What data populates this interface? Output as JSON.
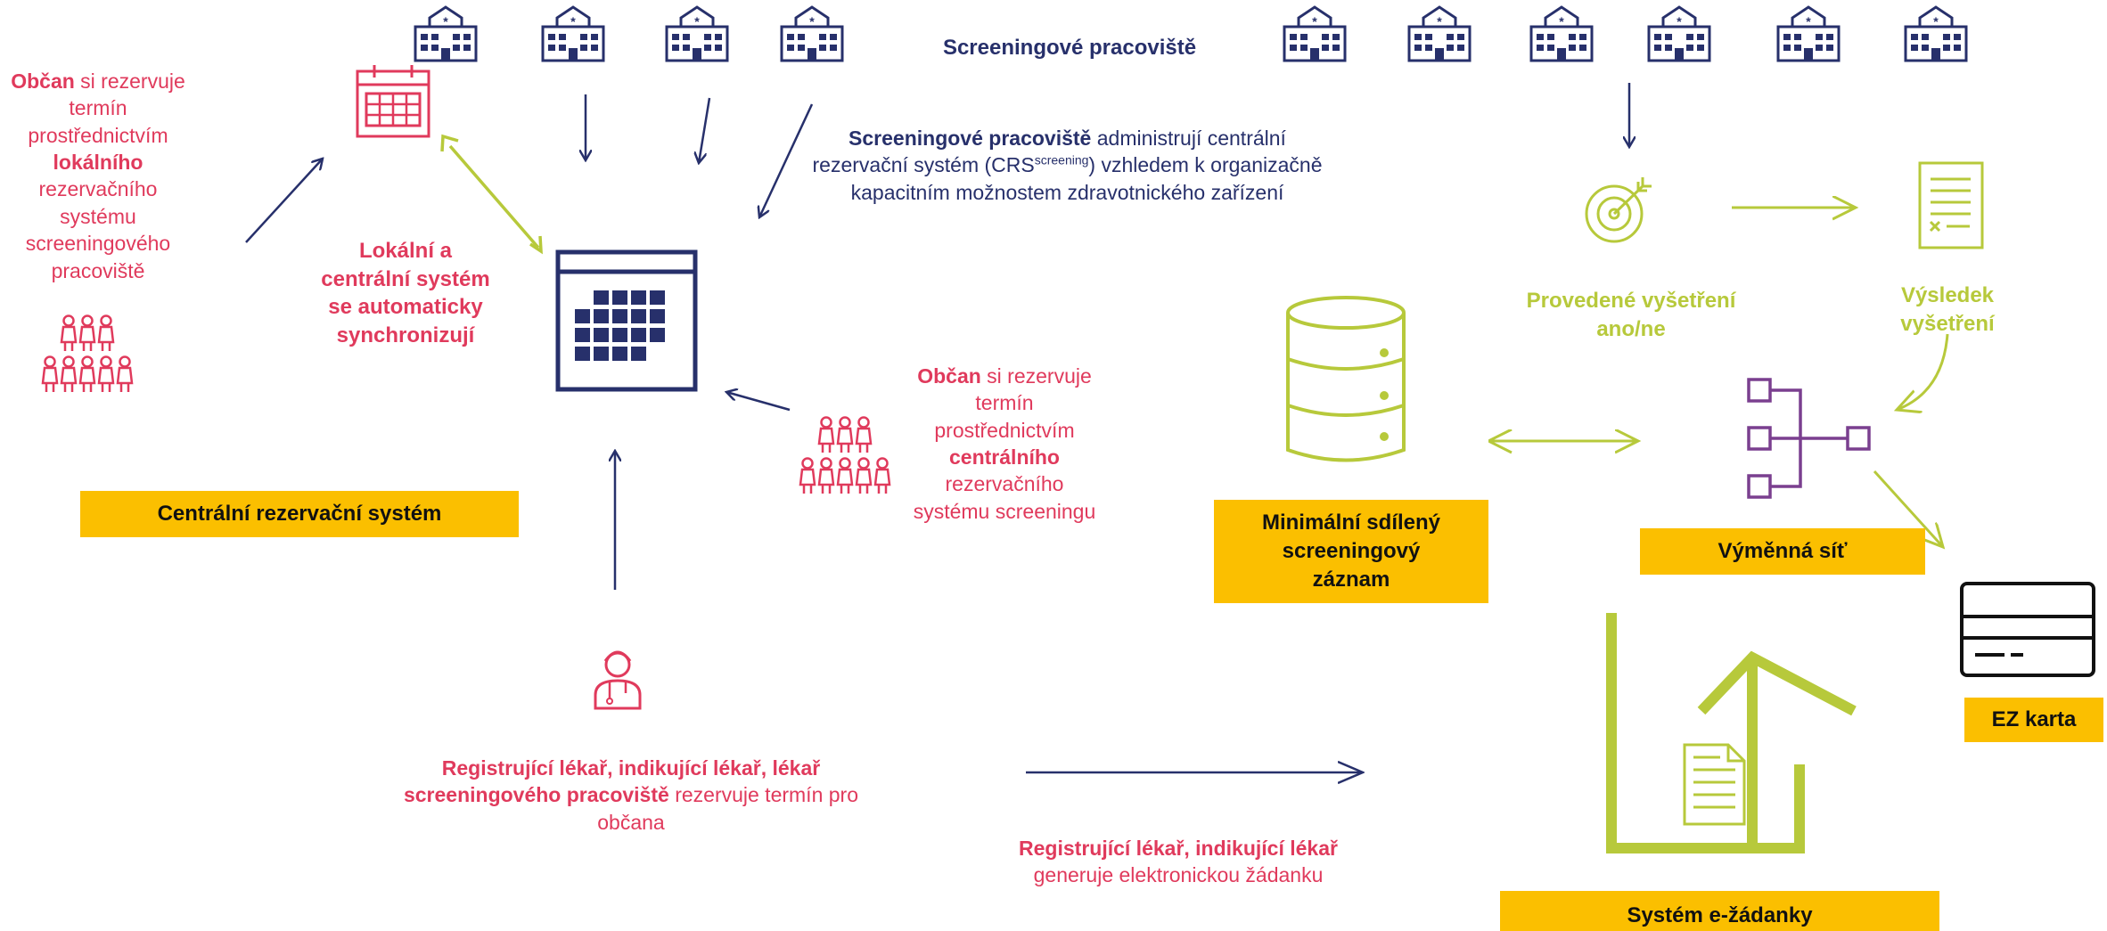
{
  "colors": {
    "red": "#e03a5c",
    "navy": "#27306b",
    "green": "#b7c93b",
    "yellow": "#fbbf00",
    "purple": "#7a3f8f"
  },
  "header": {
    "screening_label": "Screeningové pracoviště"
  },
  "left_note": {
    "bold1": "Občan",
    "t1": " si rezervuje termín prostřednictvím ",
    "bold2": "lokálního",
    "t2": " rezervačního systému screeningového pracoviště"
  },
  "sync_note": "Lokální a centrální systém se automaticky synchronizují",
  "admin_note": {
    "bold": "Screeningové pracoviště",
    "t1": " administrují centrální rezervační systém (CRS",
    "sup": "screening",
    "t2": ") vzhledem k organizačně kapacitním možnostem zdravotnického zařízení"
  },
  "central_note": {
    "bold1": "Občan",
    "t1": " si rezervuje termín prostřednictvím ",
    "bold2": "centrálního",
    "t2": " rezervačního systému screeningu"
  },
  "doctor_note": {
    "bold": "Registrující lékař, indikující lékař, lékař screeningového pracoviště",
    "t": " rezervuje termín pro občana"
  },
  "ezadanka_note": {
    "bold": "Registrující lékař, indikující lékař",
    "t": " generuje elektronickou žádanku"
  },
  "labels": {
    "crs": "Centrální rezervační systém",
    "record": "Minimální sdílený screeningový záznam",
    "exchange": "Výměnná síť",
    "ez_card": "EZ karta",
    "ezadanka": "Systém e-žádanky",
    "exam_done": "Provedené vyšetření ano/ne",
    "exam_result": "Výsledek vyšetření"
  },
  "icons": [
    "hospital-icon",
    "calendar-icon",
    "people-icon",
    "doctor-icon",
    "target-icon",
    "document-icon",
    "database-icon",
    "network-icon",
    "card-icon",
    "upload-arrow-icon"
  ]
}
